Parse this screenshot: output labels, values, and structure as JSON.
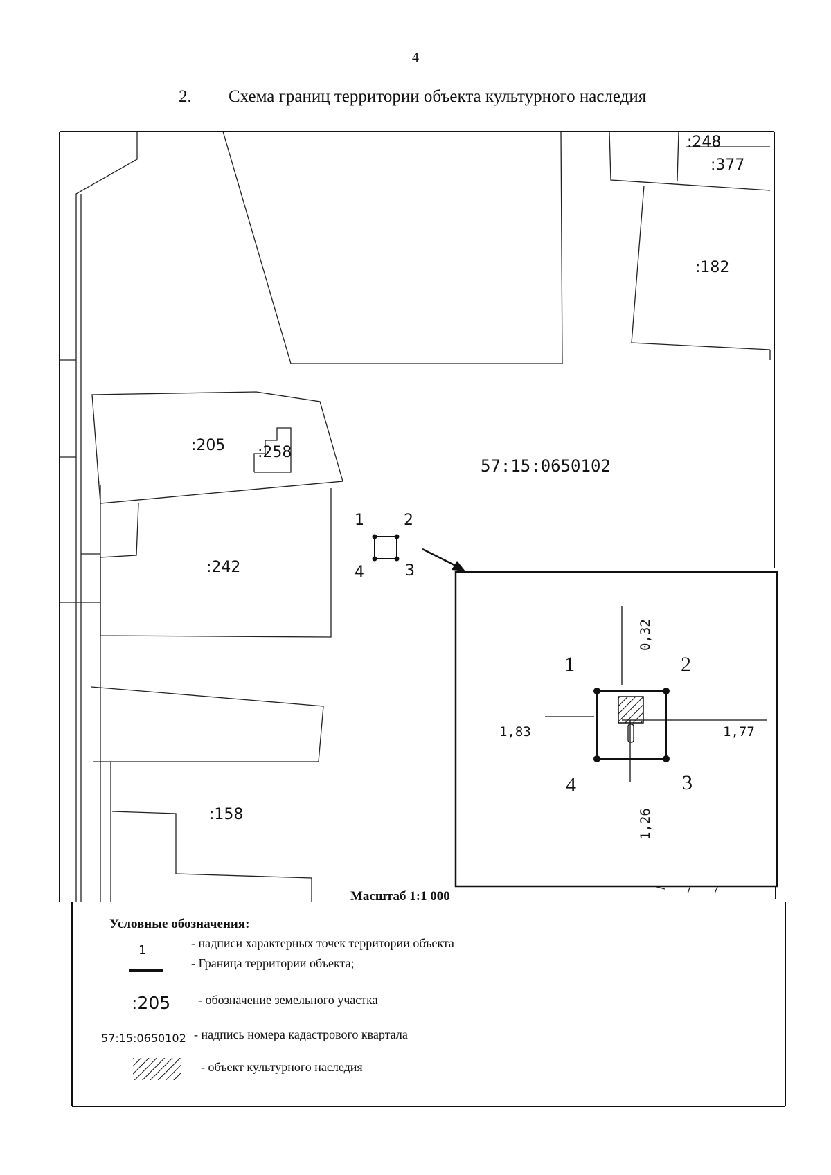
{
  "page": {
    "number": "4",
    "heading_number": "2.",
    "heading_title": "Схема границ территории объекта культурного наследия"
  },
  "map": {
    "parcels": [
      ":248",
      ":377",
      ":182",
      ":205",
      ":258",
      ":242",
      ":158"
    ],
    "cadastral_quarter": "57:15:0650102",
    "points": [
      "1",
      "2",
      "3",
      "4"
    ],
    "scale_label": "Масштаб 1:1 000"
  },
  "inset": {
    "points": [
      "1",
      "2",
      "3",
      "4"
    ],
    "dimensions": {
      "top": "0,32",
      "left": "1,83",
      "right": "1,77",
      "bottom": "1,26"
    }
  },
  "legend": {
    "title": "Условные обозначения:",
    "items": [
      {
        "symbol": "1",
        "text": "- надписи характерных точек территории объекта"
      },
      {
        "symbol": "",
        "text": "- Граница территории объекта;"
      },
      {
        "symbol": ":205",
        "text": "- обозначение земельного участка"
      },
      {
        "symbol": "57:15:0650102",
        "text": "- надпись номера кадастрового квартала"
      },
      {
        "symbol": "",
        "text": "- объект культурного наследия"
      }
    ]
  },
  "colors": {
    "ink": "#111111",
    "paper": "#ffffff"
  }
}
